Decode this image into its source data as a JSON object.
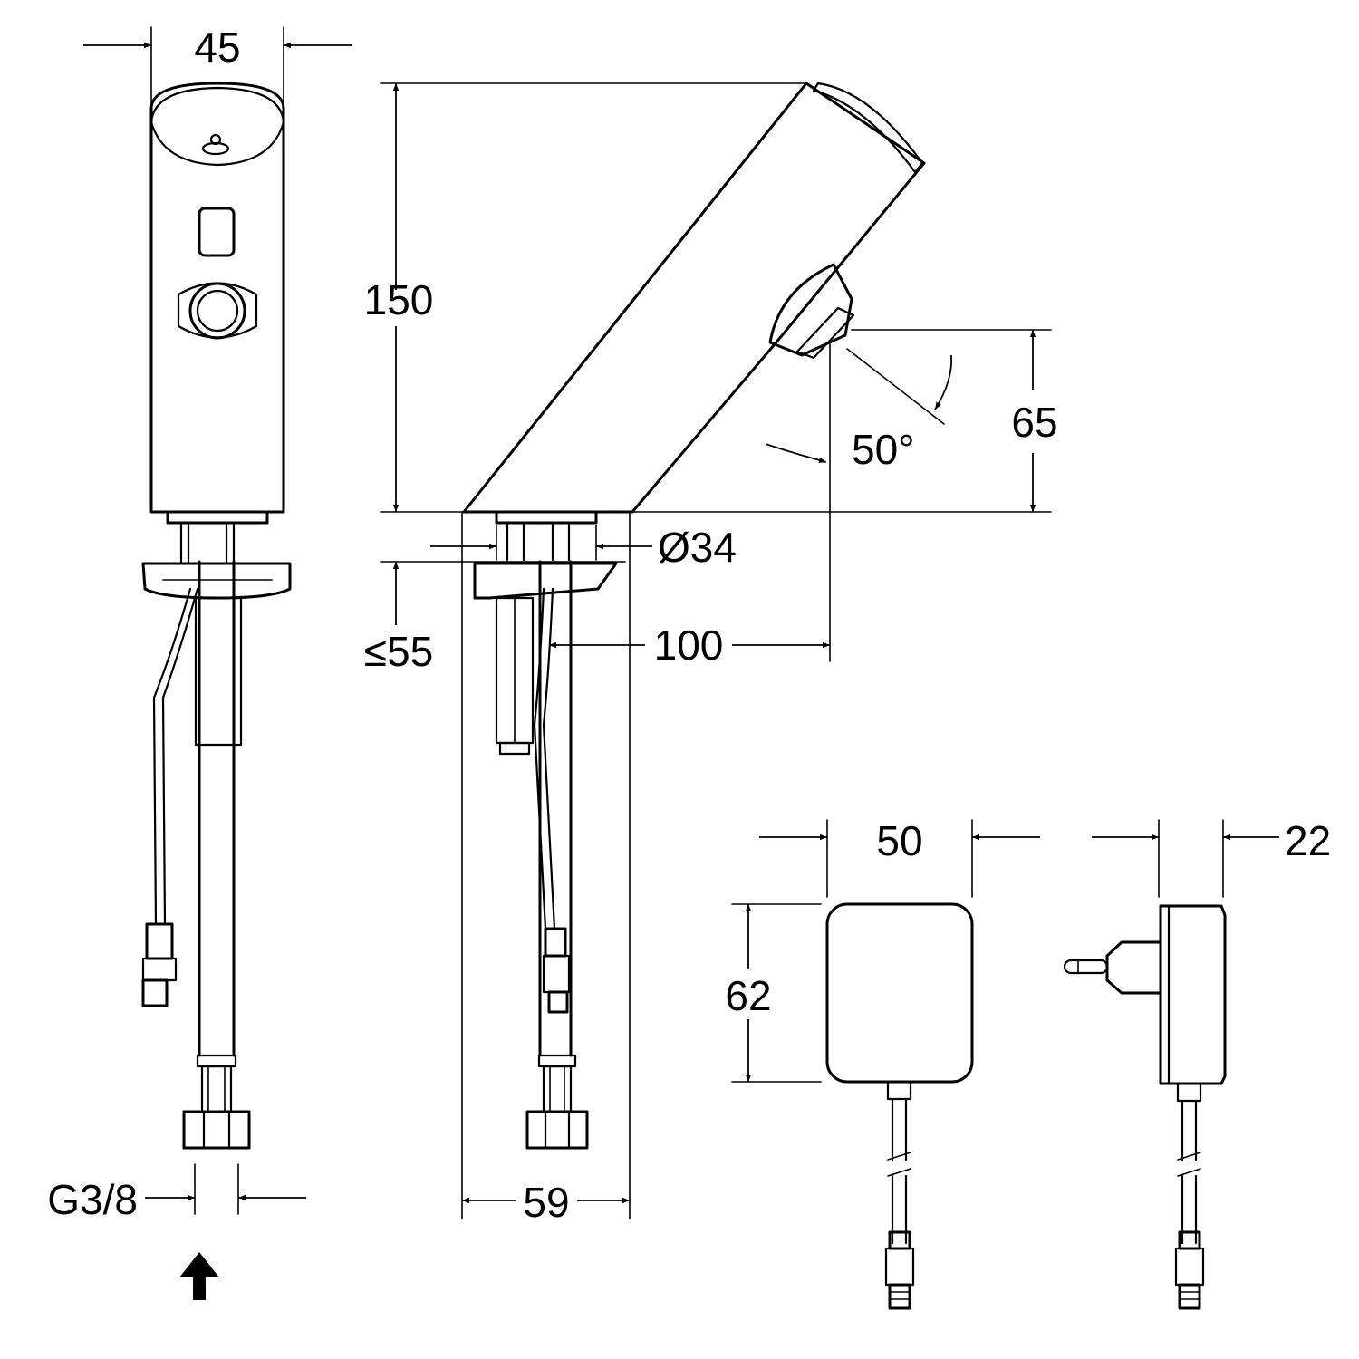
{
  "labels": {
    "width_top": "45",
    "height_total": "150",
    "spout_height": "65",
    "angle": "50°",
    "diameter": "Ø34",
    "deck_thickness": "≤55",
    "reach": "100",
    "base_width": "59",
    "connection": "G3/8",
    "psu_width": "50",
    "psu_depth": "22",
    "psu_height": "62"
  },
  "icons": {
    "flow_direction": "arrow-up-icon",
    "sensor": "sensor-window-icon",
    "button": "push-button-icon"
  }
}
